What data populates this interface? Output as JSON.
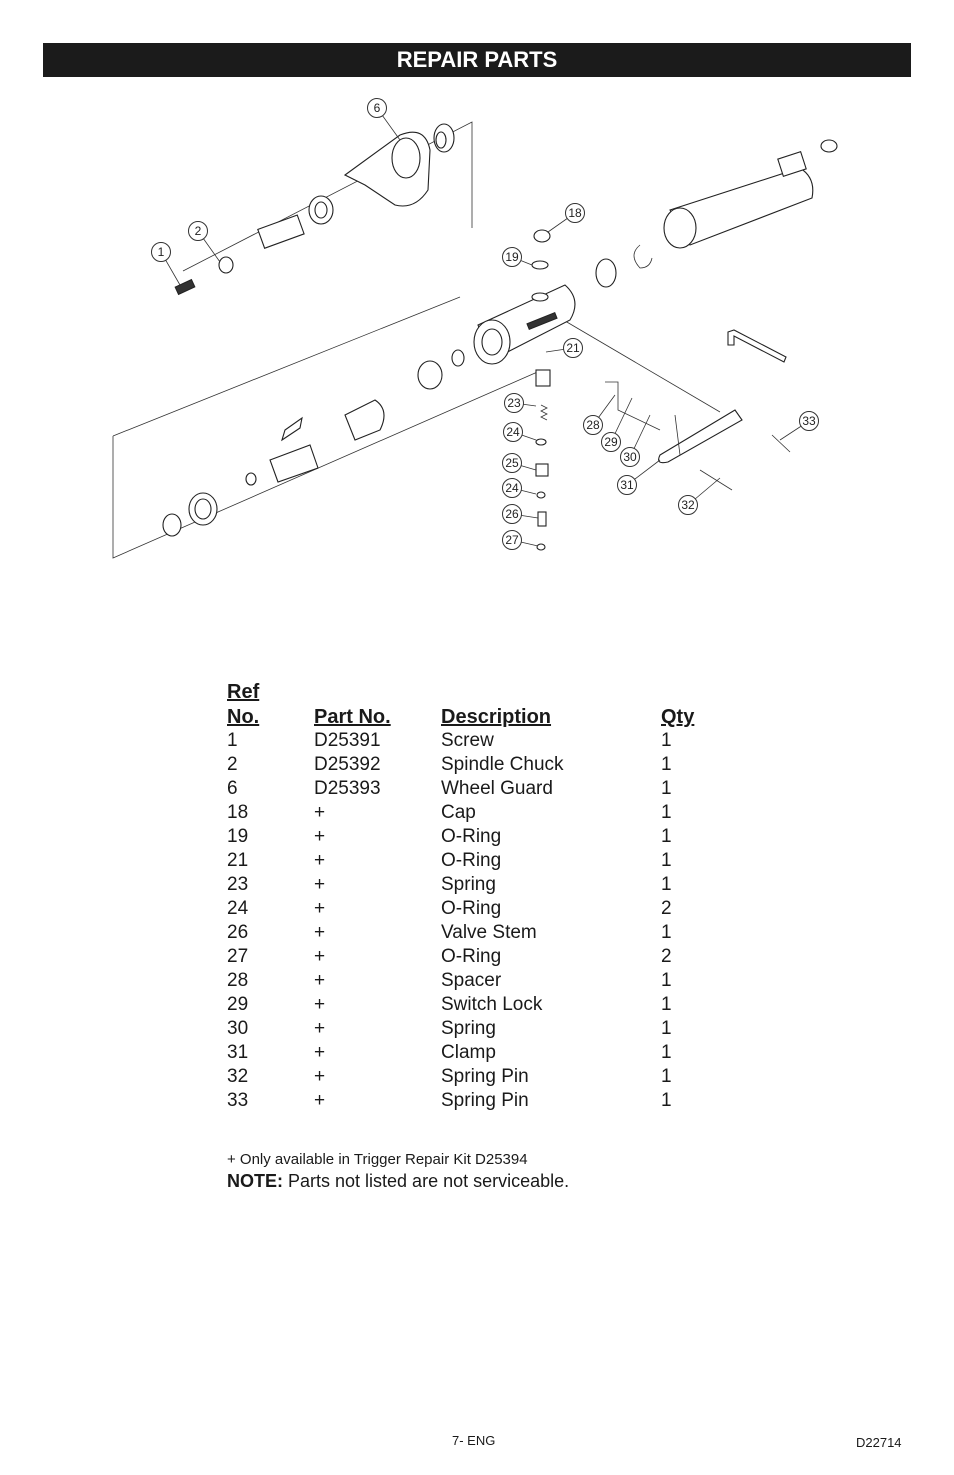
{
  "header": {
    "title": "REPAIR PARTS"
  },
  "diagram": {
    "callouts": [
      "1",
      "2",
      "6",
      "18",
      "19",
      "21",
      "23",
      "24",
      "25",
      "24",
      "26",
      "27",
      "28",
      "29",
      "30",
      "31",
      "32",
      "33"
    ]
  },
  "table": {
    "headers": {
      "ref_line1": "Ref",
      "ref_line2": "No.",
      "part_no": "Part No.",
      "description": "Description",
      "qty": "Qty"
    },
    "rows": [
      {
        "ref": "1",
        "part": "D25391",
        "desc": "Screw",
        "qty": "1"
      },
      {
        "ref": "2",
        "part": "D25392",
        "desc": "Spindle Chuck",
        "qty": "1"
      },
      {
        "ref": "6",
        "part": "D25393",
        "desc": "Wheel Guard",
        "qty": "1"
      },
      {
        "ref": "18",
        "part": "+",
        "desc": "Cap",
        "qty": "1"
      },
      {
        "ref": "19",
        "part": "+",
        "desc": "O-Ring",
        "qty": "1"
      },
      {
        "ref": "21",
        "part": "+",
        "desc": "O-Ring",
        "qty": "1"
      },
      {
        "ref": "23",
        "part": "+",
        "desc": "Spring",
        "qty": "1"
      },
      {
        "ref": "24",
        "part": "+",
        "desc": "O-Ring",
        "qty": "2"
      },
      {
        "ref": "26",
        "part": "+",
        "desc": "Valve Stem",
        "qty": "1"
      },
      {
        "ref": "27",
        "part": "+",
        "desc": "O-Ring",
        "qty": "2"
      },
      {
        "ref": "28",
        "part": "+",
        "desc": "Spacer",
        "qty": "1"
      },
      {
        "ref": "29",
        "part": "+",
        "desc": "Switch Lock",
        "qty": "1"
      },
      {
        "ref": "30",
        "part": "+",
        "desc": "Spring",
        "qty": "1"
      },
      {
        "ref": "31",
        "part": "+",
        "desc": "Clamp",
        "qty": "1"
      },
      {
        "ref": "32",
        "part": "+",
        "desc": "Spring Pin",
        "qty": "1"
      },
      {
        "ref": "33",
        "part": "+",
        "desc": "Spring Pin",
        "qty": "1"
      }
    ]
  },
  "footnote": "+ Only available in Trigger Repair Kit D25394",
  "note": {
    "label": "NOTE:",
    "text": " Parts not listed are not serviceable."
  },
  "footer": {
    "page": "7- ENG",
    "doc": "D22714"
  }
}
